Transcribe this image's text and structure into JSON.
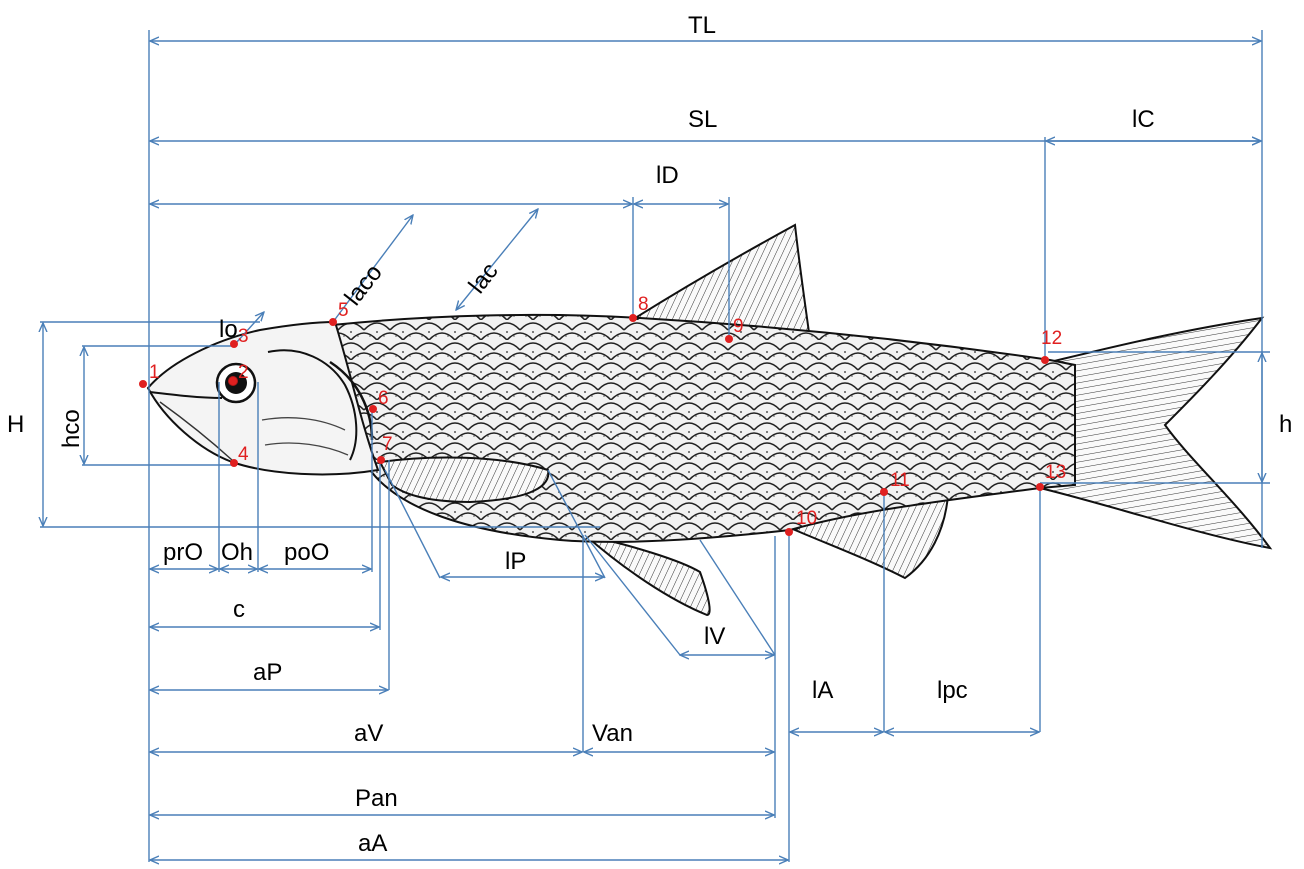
{
  "measurements": {
    "TL": "TL",
    "SL": "SL",
    "lC": "lC",
    "lD": "lD",
    "laco": "laco",
    "lac": "lac",
    "lo": "lo",
    "H": "H",
    "hco": "hco",
    "h": "h",
    "prO": "prO",
    "Oh": "Oh",
    "poO": "poO",
    "c": "c",
    "aP": "aP",
    "lP": "lP",
    "lV": "lV",
    "lA": "lA",
    "lpc": "lpc",
    "aV": "aV",
    "Van": "Van",
    "Pan": "Pan",
    "aA": "aA"
  },
  "landmarks": [
    "1",
    "2",
    "3",
    "4",
    "5",
    "6",
    "7",
    "8",
    "9",
    "10",
    "11",
    "12",
    "13"
  ],
  "colors": {
    "dimension_line": "#4a7fb8",
    "landmark": "#e02020",
    "label": "#000000"
  }
}
